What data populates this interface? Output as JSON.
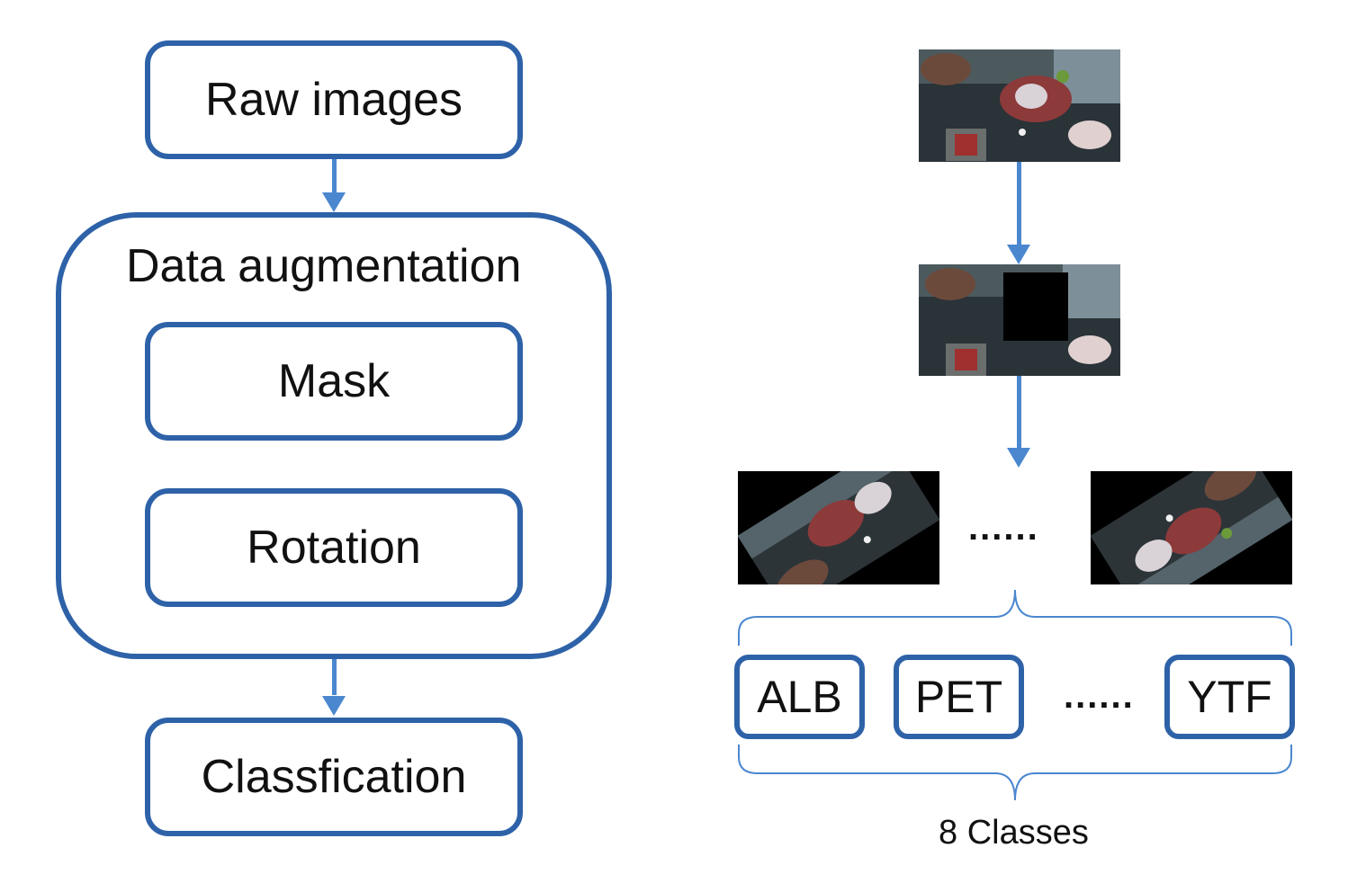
{
  "flow": {
    "raw": "Raw images",
    "augmentation": "Data augmentation",
    "mask": "Mask",
    "rotation": "Rotation",
    "classification": "Classfication"
  },
  "examples": {
    "dots_images": "......",
    "dots_classes": "......"
  },
  "classes": {
    "items": [
      "ALB",
      "PET",
      "YTF"
    ],
    "caption": "8 Classes"
  },
  "colors": {
    "box_border": "#2e62a8",
    "arrow": "#4a87cf",
    "brace": "#4a87cf"
  }
}
